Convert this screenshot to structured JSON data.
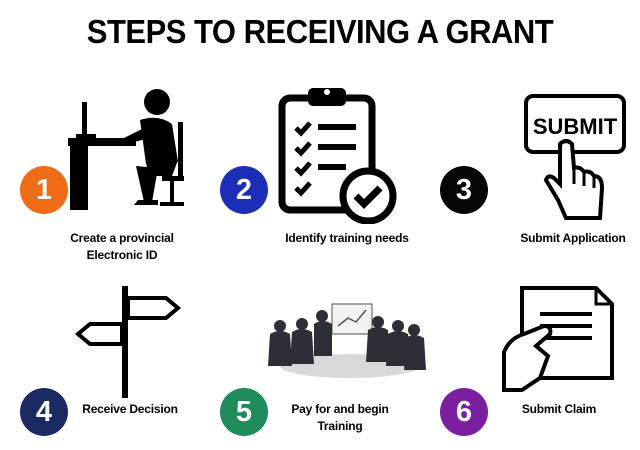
{
  "title": "STEPS TO RECEIVING A GRANT",
  "steps": [
    {
      "number": "1",
      "label_line1": "Create a provincial",
      "label_line2": "Electronic ID",
      "color": "#ef6b16",
      "icon": "person-at-computer-icon"
    },
    {
      "number": "2",
      "label_line1": "Identify training needs",
      "label_line2": "",
      "color": "#1c2db8",
      "icon": "checklist-clipboard-icon"
    },
    {
      "number": "3",
      "label_line1": "Submit Application",
      "label_line2": "",
      "color": "#050505",
      "icon": "submit-button-hand-icon"
    },
    {
      "number": "4",
      "label_line1": "Receive Decision",
      "label_line2": "",
      "color": "#1b2a63",
      "icon": "signpost-icon"
    },
    {
      "number": "5",
      "label_line1": "Pay for and begin",
      "label_line2": "Training",
      "color": "#1f8a5a",
      "icon": "meeting-training-icon"
    },
    {
      "number": "6",
      "label_line1": "Submit Claim",
      "label_line2": "",
      "color": "#7a1fa0",
      "icon": "hand-document-icon"
    }
  ],
  "submit_sign_text": "SUBMIT"
}
